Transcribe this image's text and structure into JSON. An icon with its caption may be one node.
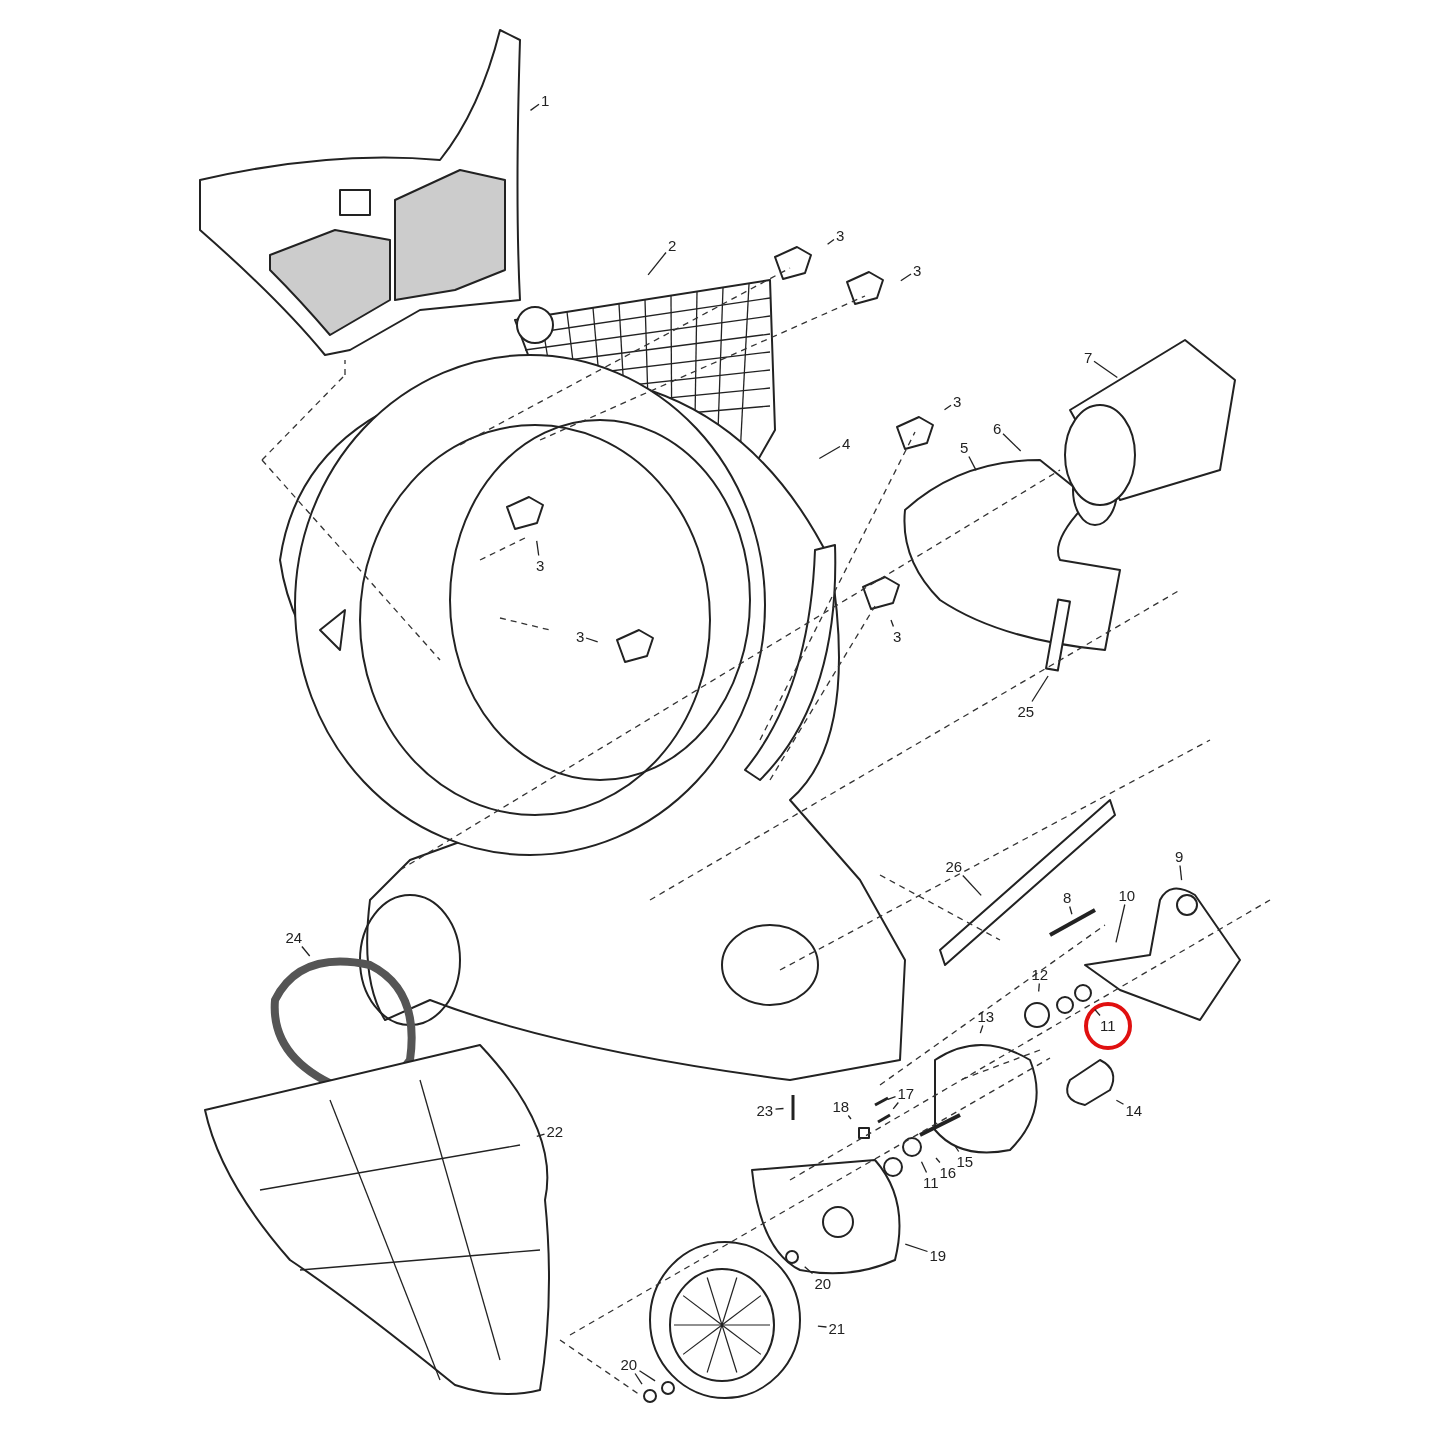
{
  "diagram": {
    "nodes": [
      {
        "text": [
          "1"
        ]
      },
      {
        "text": [
          "2"
        ]
      },
      {
        "text": [
          "3"
        ]
      },
      {
        "text": [
          "3"
        ]
      },
      {
        "text": [
          "7"
        ]
      },
      {
        "text": [
          "3"
        ]
      },
      {
        "text": [
          "4"
        ]
      },
      {
        "text": [
          "6"
        ]
      },
      {
        "text": [
          "5"
        ]
      },
      {
        "text": [
          "3"
        ]
      },
      {
        "text": [
          "3"
        ]
      },
      {
        "text": [
          "3"
        ]
      },
      {
        "text": [
          "25"
        ]
      },
      {
        "text": [
          "9"
        ]
      },
      {
        "text": [
          "26"
        ]
      },
      {
        "text": [
          "8"
        ]
      },
      {
        "text": [
          "10"
        ]
      },
      {
        "text": [
          "24"
        ]
      },
      {
        "text": [
          "12"
        ]
      },
      {
        "text": [
          "13"
        ]
      },
      {
        "text": [
          "11"
        ]
      },
      {
        "text": [
          "14"
        ]
      },
      {
        "text": [
          "17"
        ]
      },
      {
        "text": [
          "23"
        ]
      },
      {
        "text": [
          "18"
        ]
      },
      {
        "text": [
          "22"
        ]
      },
      {
        "text": [
          "15"
        ]
      },
      {
        "text": [
          "16"
        ]
      },
      {
        "text": [
          "11"
        ]
      },
      {
        "text": [
          "19"
        ]
      },
      {
        "text": [
          "20"
        ]
      },
      {
        "text": [
          "21"
        ]
      },
      {
        "text": [
          "20"
        ]
      }
    ],
    "edges": [
      {
        "from": 0,
        "to": null,
        "arrow": "none"
      },
      {
        "from": 1,
        "to": null,
        "arrow": "none"
      },
      {
        "from": 2,
        "to": null,
        "arrow": "none"
      },
      {
        "from": 3,
        "to": null,
        "arrow": "none"
      },
      {
        "from": 4,
        "to": null,
        "arrow": "none"
      },
      {
        "from": 5,
        "to": null,
        "arrow": "none"
      },
      {
        "from": 6,
        "to": null,
        "arrow": "none"
      },
      {
        "from": 7,
        "to": null,
        "arrow": "none"
      },
      {
        "from": 8,
        "to": null,
        "arrow": "none"
      },
      {
        "from": 9,
        "to": null,
        "arrow": "none"
      },
      {
        "from": 10,
        "to": null,
        "arrow": "none"
      },
      {
        "from": 11,
        "to": null,
        "arrow": "none"
      },
      {
        "from": 12,
        "to": null,
        "arrow": "none"
      },
      {
        "from": 13,
        "to": null,
        "arrow": "none"
      },
      {
        "from": 14,
        "to": null,
        "arrow": "none"
      },
      {
        "from": 15,
        "to": null,
        "arrow": "none"
      },
      {
        "from": 16,
        "to": null,
        "arrow": "none"
      },
      {
        "from": 17,
        "to": null,
        "arrow": "none"
      },
      {
        "from": 18,
        "to": null,
        "arrow": "none"
      },
      {
        "from": 19,
        "to": null,
        "arrow": "none"
      },
      {
        "from": 20,
        "to": null,
        "arrow": "none"
      },
      {
        "from": 21,
        "to": null,
        "arrow": "none"
      },
      {
        "from": 22,
        "to": null,
        "arrow": "none"
      },
      {
        "from": 22,
        "to": null,
        "arrow": "none"
      },
      {
        "from": 23,
        "to": null,
        "arrow": "none"
      },
      {
        "from": 24,
        "to": null,
        "arrow": "none"
      },
      {
        "from": 25,
        "to": null,
        "arrow": "none"
      },
      {
        "from": 26,
        "to": null,
        "arrow": "none"
      },
      {
        "from": 27,
        "to": null,
        "arrow": "none"
      },
      {
        "from": 28,
        "to": null,
        "arrow": "none"
      },
      {
        "from": 29,
        "to": null,
        "arrow": "none"
      },
      {
        "from": 30,
        "to": null,
        "arrow": "none"
      },
      {
        "from": 31,
        "to": null,
        "arrow": "none"
      },
      {
        "from": 32,
        "to": null,
        "arrow": "none"
      },
      {
        "from": 32,
        "to": null,
        "arrow": "none"
      }
    ]
  }
}
